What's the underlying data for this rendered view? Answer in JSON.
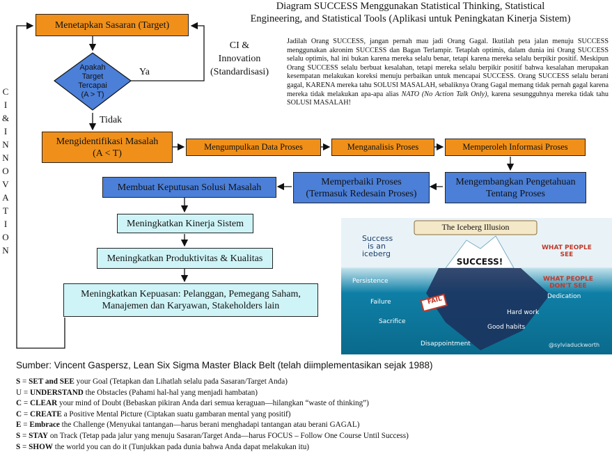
{
  "title": {
    "line1": "Diagram SUCCESS Menggunakan Statistical Thinking, Statistical",
    "line2": "Engineering, and Statistical Tools (Aplikasi untuk Peningkatan Kinerja Sistem)"
  },
  "paragraph": {
    "main": "Jadilah Orang SUCCESS, jangan pernah mau jadi Orang Gagal. Ikutilah peta jalan menuju SUCCESS menggunakan akronim SUCCESS dan Bagan Terlampir. Tetaplah optimis, dalam dunia ini Orang SUCCESS selalu optimis, hal ini bukan karena mereka selalu benar, tetapi karena mereka selalu berpikir positif. Meskipun Orang SUCCESS selalu berbuat kesalahan, tetapi mereka selalu berpikir positif bahwa kesalahan merupakan kesempatan melakukan koreksi menuju perbaikan untuk mencapai SUCCESS. Orang SUCCESS selalu berani gagal, KARENA mereka tahu SOLUSI MASALAH, sebaliknya Orang Gagal memang tidak pernah gagal karena mereka tidak melakukan apa-apa alias ",
    "italic": "NATO (No Action Talk Only)",
    "tail": ", karena sesungguhnya mereka tidak tahu SOLUSI MASALAH!"
  },
  "flow": {
    "target": "Menetapkan Sasaran (Target)",
    "decision": [
      "Apakah",
      "Target",
      "Tercapai",
      "(A > T)"
    ],
    "yes": "Ya",
    "no": "Tidak",
    "ci_label": [
      "CI &",
      "Innovation",
      "(Standardisasi)"
    ],
    "identify": [
      "Mengidentifikasi Masalah",
      "(A < T)"
    ],
    "collect": "Mengumpulkan Data Proses",
    "analyze": "Menganalisis Proses",
    "info": "Memperoleh Informasi Proses",
    "knowledge": [
      "Mengembangkan Pengetahuan",
      "Tentang Proses"
    ],
    "improve": [
      "Memperbaiki Proses",
      "(Termasuk Redesain Proses)"
    ],
    "decide": "Membuat Keputusan Solusi Masalah",
    "performance": "Meningkatkan Kinerja Sistem",
    "productivity": "Meningkatkan Produktivitas & Kualitas",
    "satisfaction": [
      "Meningkatkan Kepuasan: Pelanggan, Pemegang Saham,",
      "Manajemen dan Karyawan, Stakeholders lain"
    ],
    "side_label": [
      "C",
      "I",
      "&",
      "I",
      "N",
      "N",
      "O",
      "V",
      "A",
      "T",
      "I",
      "O",
      "N"
    ]
  },
  "iceberg": {
    "title": "The Iceberg Illusion",
    "left_text": [
      "Success",
      "is an",
      "iceberg"
    ],
    "center": "SUCCESS!",
    "what_see": [
      "WHAT PEOPLE",
      "SEE"
    ],
    "what_dont": [
      "WHAT PEOPLE",
      "DON'T SEE"
    ],
    "labels": [
      "Persistence",
      "Failure",
      "FAIL",
      "Sacrifice",
      "Disappointment",
      "Dedication",
      "Hard work",
      "Good habits"
    ],
    "credit": "@sylviaduckworth"
  },
  "source": "Sumber: Vincent Gaspersz, Lean Six Sigma Master Black Belt (telah diimplementasikan sejak 1988)",
  "acronym": [
    {
      "letter": "S",
      "key": "SET and SEE",
      "rest": " your Goal (Tetapkan dan Lihatlah selalu pada Sasaran/Target Anda)"
    },
    {
      "letter": "U",
      "key": "UNDERSTAND",
      "rest": " the Obstacles (Pahami hal-hal yang menjadi hambatan)"
    },
    {
      "letter": "C",
      "key": "CLEAR",
      "rest": " your mind of Doubt (Bebaskan pikiran Anda dari semua keraguan—hilangkan “waste of thinking”)"
    },
    {
      "letter": "C",
      "key": "CREATE",
      "rest": " a Positive Mental Picture (Ciptakan suatu gambaran mental yang positif)"
    },
    {
      "letter": "E",
      "key": "Embrace",
      "rest": " the Challenge (Menyukai tantangan—harus berani menghadapi tantangan atau berani GAGAL)"
    },
    {
      "letter": "S",
      "key": "STAY",
      "rest": " on Track (Tetap pada jalur yang menuju Sasaran/Target Anda—harus FOCUS – Follow One Course Until Success)"
    },
    {
      "letter": "S",
      "key": "SHOW",
      "rest": " the world you can do it (Tunjukkan pada dunia bahwa Anda dapat melakukan itu)"
    }
  ],
  "colors": {
    "orange": "#f0901a",
    "blue": "#4b7fd8",
    "cyan": "#cff4f7"
  }
}
